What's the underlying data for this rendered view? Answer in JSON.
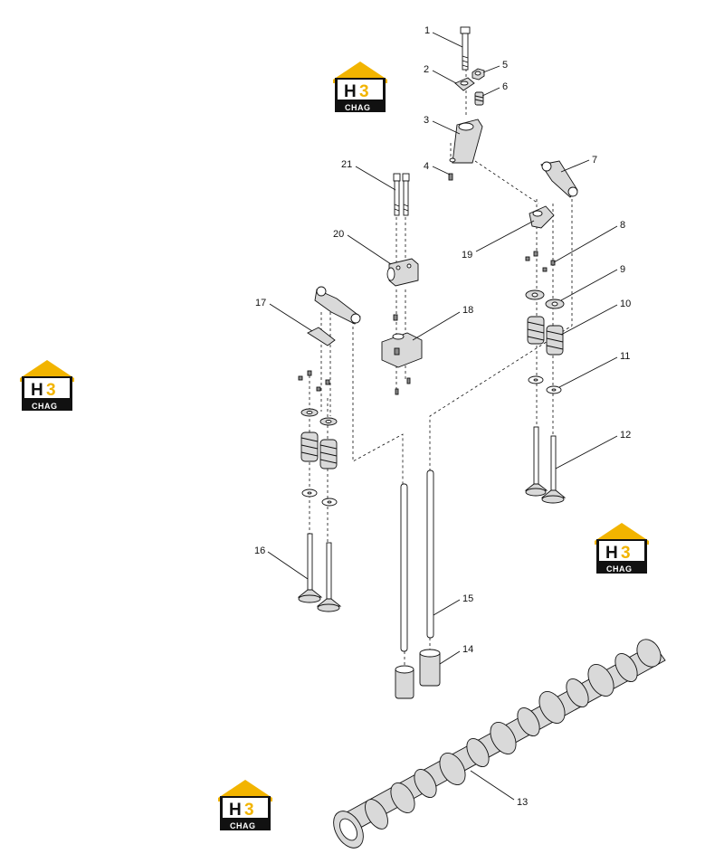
{
  "diagram": {
    "logo": {
      "mark_h": "H",
      "mark_3": "3",
      "subtitle": "CHAG",
      "colors": {
        "yellow": "#f2b400",
        "black": "#111111",
        "white": "#ffffff"
      }
    },
    "callouts": [
      "1",
      "2",
      "3",
      "4",
      "5",
      "6",
      "7",
      "8",
      "9",
      "10",
      "11",
      "12",
      "13",
      "14",
      "15",
      "16",
      "17",
      "18",
      "19",
      "20",
      "21"
    ]
  }
}
